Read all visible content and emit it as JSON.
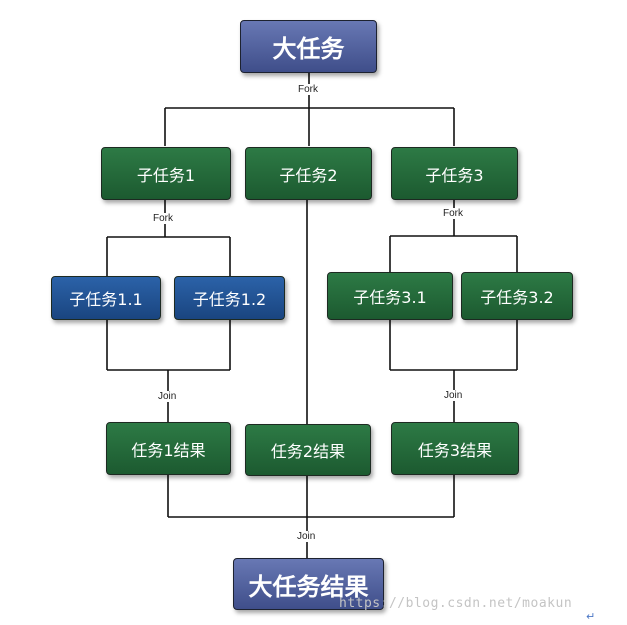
{
  "diagram": {
    "root": "大任务",
    "fork_top": "Fork",
    "tasks": [
      "子任务1",
      "子任务2",
      "子任务3"
    ],
    "fork_1": "Fork",
    "fork_3": "Fork",
    "subtasks_1": [
      "子任务1.1",
      "子任务1.2"
    ],
    "subtasks_3": [
      "子任务3.1",
      "子任务3.2"
    ],
    "join_1": "Join",
    "join_3": "Join",
    "results": [
      "任务1结果",
      "任务2结果",
      "任务3结果"
    ],
    "join_final": "Join",
    "final_result": "大任务结果"
  },
  "watermark": "https://blog.csdn.net/moakun",
  "colors": {
    "green": "#1c5a30",
    "blue": "#1a4580",
    "slate": "#3f4e8a",
    "line": "#111111"
  }
}
